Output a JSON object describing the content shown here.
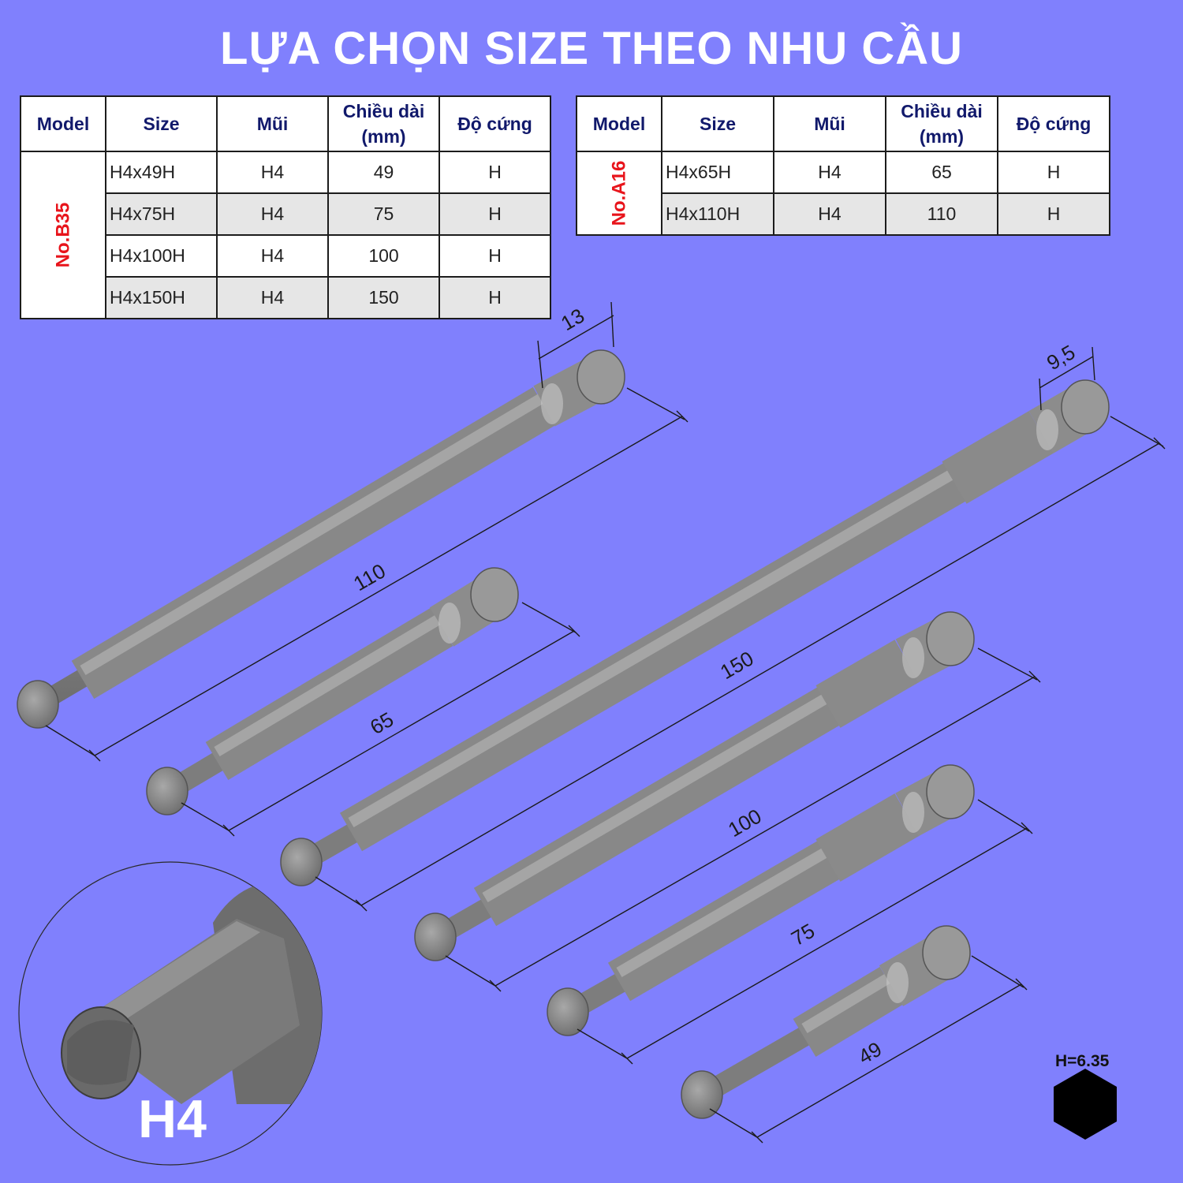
{
  "title": "LỰA CHỌN SIZE THEO NHU CẦU",
  "table_b35": {
    "headers": [
      "Model",
      "Size",
      "Mũi",
      "Chiều dài (mm)",
      "Độ cứng"
    ],
    "header_length_line1": "Chiều dài",
    "header_length_line2": "(mm)",
    "model": "No.B35",
    "rows": [
      {
        "size": "H4x49H",
        "tip": "H4",
        "length": "49",
        "hardness": "H"
      },
      {
        "size": "H4x75H",
        "tip": "H4",
        "length": "75",
        "hardness": "H"
      },
      {
        "size": "H4x100H",
        "tip": "H4",
        "length": "100",
        "hardness": "H"
      },
      {
        "size": "H4x150H",
        "tip": "H4",
        "length": "150",
        "hardness": "H"
      }
    ]
  },
  "table_a16": {
    "headers": [
      "Model",
      "Size",
      "Mũi",
      "Chiều dài (mm)",
      "Độ cứng"
    ],
    "header_length_line1": "Chiều dài",
    "header_length_line2": "(mm)",
    "model": "No.A16",
    "rows": [
      {
        "size": "H4x65H",
        "tip": "H4",
        "length": "65",
        "hardness": "H"
      },
      {
        "size": "H4x110H",
        "tip": "H4",
        "length": "110",
        "hardness": "H"
      }
    ]
  },
  "dimensions": {
    "hex_length_short": "13",
    "hex_length_long": "9,5",
    "bit_110": "110",
    "bit_65": "65",
    "bit_150": "150",
    "bit_100": "100",
    "bit_75": "75",
    "bit_49": "49"
  },
  "zoom_label": "H4",
  "hex_label": "H=6.35",
  "colors": {
    "background": "#8080fd",
    "title": "#ffffff",
    "header_text": "#11196b",
    "model_text": "#e8141b",
    "bit_fill": "#8a8a8a"
  }
}
